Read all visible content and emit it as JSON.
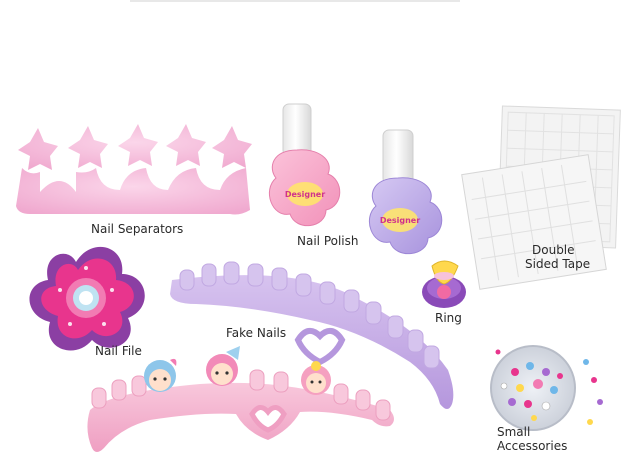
{
  "labels": {
    "nail_separators": "Nail Separators",
    "nail_polish": "Nail Polish",
    "double_sided_tape_line1": "Double",
    "double_sided_tape_line2": "Sided Tape",
    "ring": "Ring",
    "nail_file": "Nail File",
    "fake_nails": "Fake Nails",
    "small_accessories_line1": "Small",
    "small_accessories_line2": "Accessories"
  },
  "bottle_badge": "Designer",
  "colors": {
    "separator_pink": "#f2b8d8",
    "polish_pink": "#f7a3c7",
    "polish_lavender": "#b9a6e6",
    "cap_white": "#f4f4f4",
    "tape_sheet": "#f1f1f1",
    "file_pink": "#e8358d",
    "file_purple": "#8b3fa3",
    "fake_nails_lilac": "#c8aee6",
    "fake_nails_pink": "#f4b3cf",
    "ring_purple": "#8a4ab8"
  }
}
